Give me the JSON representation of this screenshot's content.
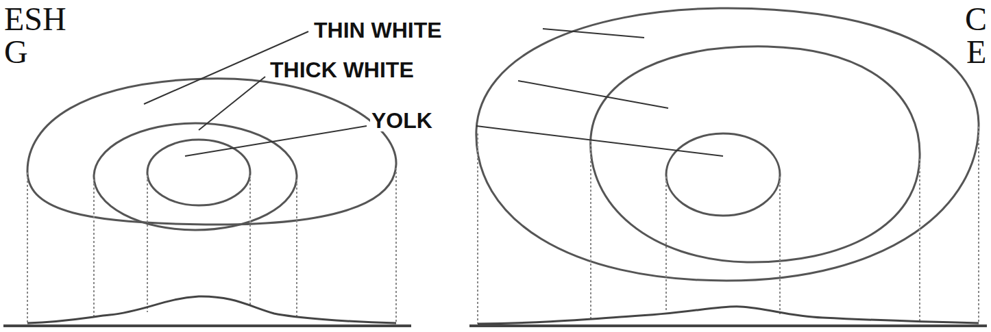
{
  "diagram": {
    "labels": [
      "ESH",
      "G",
      "THIN WHITE",
      "THICK WHITE",
      "YOLK",
      "C",
      "E"
    ]
  }
}
